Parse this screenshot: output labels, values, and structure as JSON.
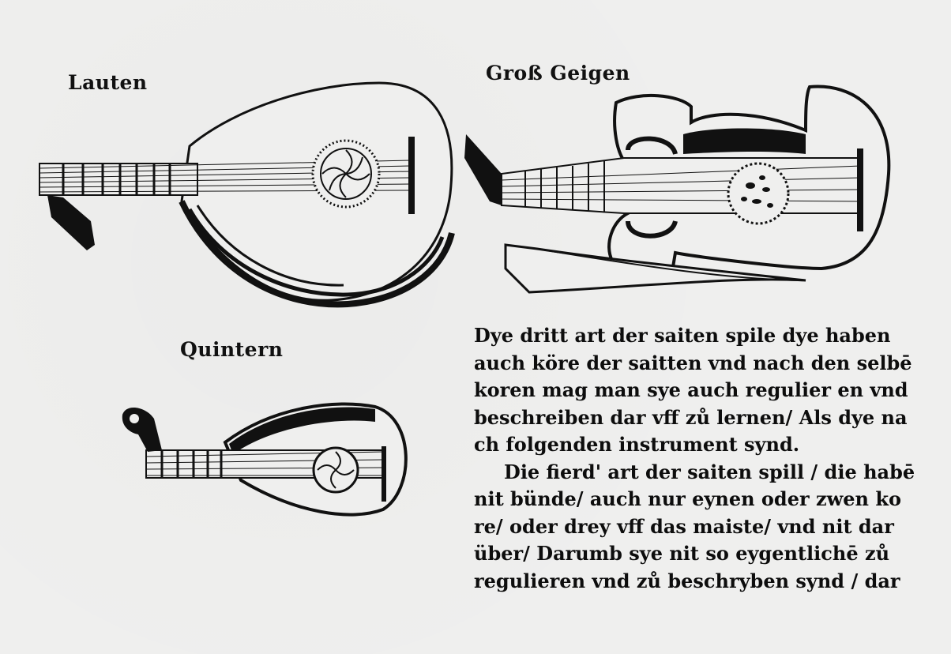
{
  "labels": {
    "lauten": "Lauten",
    "gross_geigen": "Groß Geigen",
    "quintern": "Quintern"
  },
  "text_lines": [
    "Dye dritt art der saiten spile dye haben",
    "auch köre der saitten vnd nach den selbē",
    "koren mag man sye auch regulier en vnd",
    "beschreiben dar vff zů lernen/ Als dye na",
    "ch folgenden instrument synd.",
    "Die fierd' art der saiten spill / die habē",
    "nit bünde/ auch nur eynen oder zwen ko",
    "re/ oder drey vff das maiste/ vnd nit dar",
    "über/ Darumb sye nit so eygentlichē zů",
    "regulieren vnd zů beschryben synd / dar"
  ],
  "icons": {
    "lute": "lute-woodcut-icon",
    "viol": "viol-woodcut-icon",
    "quintern": "quintern-woodcut-icon"
  },
  "colors": {
    "ink": "#111111",
    "paper": "#efefee"
  }
}
